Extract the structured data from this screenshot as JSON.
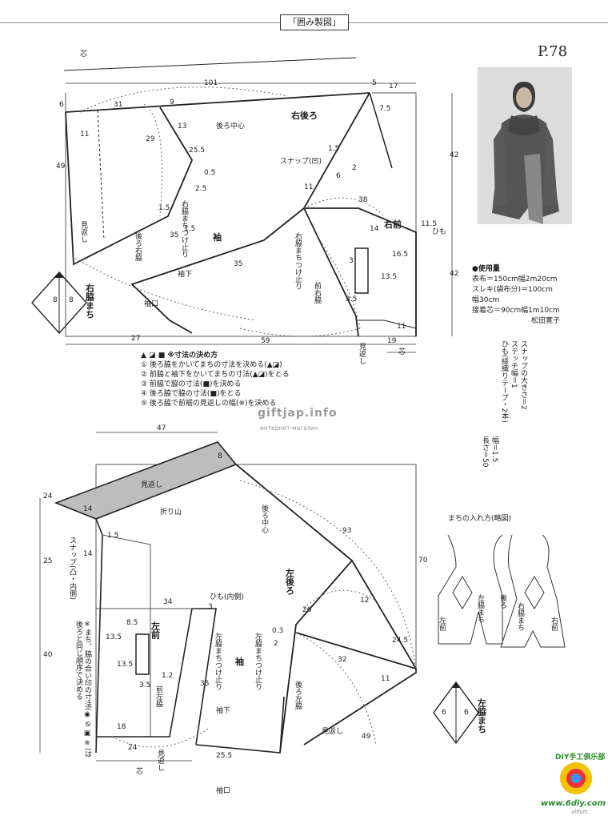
{
  "header": {
    "title": "「囲み製図」",
    "page": "P.78"
  },
  "materials": {
    "heading": "●使用量",
    "lines": [
      "表布＝150cm幅2m20cm",
      "スレキ(袋布分)＝100cm",
      "幅30cm",
      "接着芯＝90cm幅1m10cm"
    ],
    "author": "松田寛子"
  },
  "vertical_notes": [
    "スナップの大きさ＝2",
    "ステッチ幅＝1",
    "ひも(綾織りテープ・2本)",
    "幅＝1.5",
    "長さ＝50"
  ],
  "rules": {
    "title": "▲ ◪ ■ ※寸法の決め方",
    "items": [
      "① 後ろ脇をかいてまちの寸法を決める(▲◪)",
      "② 前脇と袖下をかいてまちの寸法(▲◪)をとる",
      "③ 前脇で脇の寸法(■)を決める",
      "④ 後ろ脇で脇の寸法(■)をとる",
      "⑤ 後ろ脇で前裾の見返しの幅(※)を決める"
    ]
  },
  "watermark": {
    "site": "giftjap.info",
    "sub": "интернет-магазин"
  },
  "side_note": "※まち、脇の合い印の寸法(◉ ⊘ ▣ ※)は後ろと同じ順序で決める",
  "gusset_title": "まちの入れ方(略図)",
  "labels": {
    "shin": "芯",
    "right_back": "右後ろ",
    "back_center": "後ろ中心",
    "snap_recessed": "スナップ(凹)",
    "right_side_gusset_stop": "右脇まちつけ止り",
    "sleeve": "袖",
    "back_right_side": "後ろ右脇",
    "facing": "見返し",
    "sleeve_under": "袖下",
    "cuff": "袖口",
    "right_front": "右前",
    "himo": "ひも",
    "front_right_side": "前右脇",
    "right_side_gusset": "右脇まち",
    "folding": "折り山",
    "snap_convex_inner": "スナップ(凸・内側)",
    "left_back": "左後ろ",
    "himo_inner": "ひも(内側)",
    "left_front": "左前",
    "left_side_gusset_stop": "左脇まちつけ止り",
    "front_left_side": "前左脇",
    "back_left_side": "後ろ左脇",
    "left_side_gusset": "左脇まち",
    "g_left_front": "左前",
    "g_left_side_gusset": "左脇まち",
    "g_back": "後ろ",
    "g_right_side_gusset": "右脇まち",
    "g_right_front": "右前"
  },
  "dims_top": {
    "d101": "101",
    "d5": "5",
    "d17": "17",
    "d6": "6",
    "d31": "31",
    "d9": "9",
    "d7_5": "7.5",
    "d13": "13",
    "d29": "29",
    "d11a": "11",
    "d49": "49",
    "d42a": "42",
    "d25_5": "25.5",
    "d0_5": "0.5",
    "d2_5": "2.5",
    "d1_5a": "1.5",
    "d6b": "6",
    "d1_5b": "1.5",
    "d11b": "11",
    "d38": "38",
    "d2": "2",
    "d11_5": "11.5",
    "d35a": "35",
    "d1_5c": "1.5",
    "d35b": "35",
    "d14": "14",
    "d16_5": "16.5",
    "d3": "3",
    "d13_5": "13.5",
    "d3_5": "3.5",
    "d42b": "42",
    "d27": "27",
    "d59": "59",
    "d11c": "11",
    "d19": "19",
    "d8a": "8",
    "d8b": "8"
  },
  "dims_bottom": {
    "d47": "47",
    "d8": "8",
    "d24a": "24",
    "d14": "14",
    "d1_5": "1.5",
    "d14b": "14",
    "d93": "93",
    "d25": "25",
    "d70": "70",
    "d34": "34",
    "d3": "3",
    "d8_5": "8.5",
    "d13_5a": "13.5",
    "d13_5b": "13.5",
    "d3_5": "3.5",
    "d40": "40",
    "d1_2": "1.2",
    "d35": "35",
    "d26": "26",
    "d12": "12",
    "d0_3": "0.3",
    "d2": "2",
    "d24_5": "24.5",
    "d32": "32",
    "d11": "11",
    "d18": "18",
    "d25_5": "25.5",
    "d24b": "24",
    "d49": "49",
    "d6a": "6",
    "d6b": "6"
  },
  "logo": {
    "text": "DIY手工俱乐部",
    "url": "www.6diy.com",
    "brand": "allfort"
  }
}
